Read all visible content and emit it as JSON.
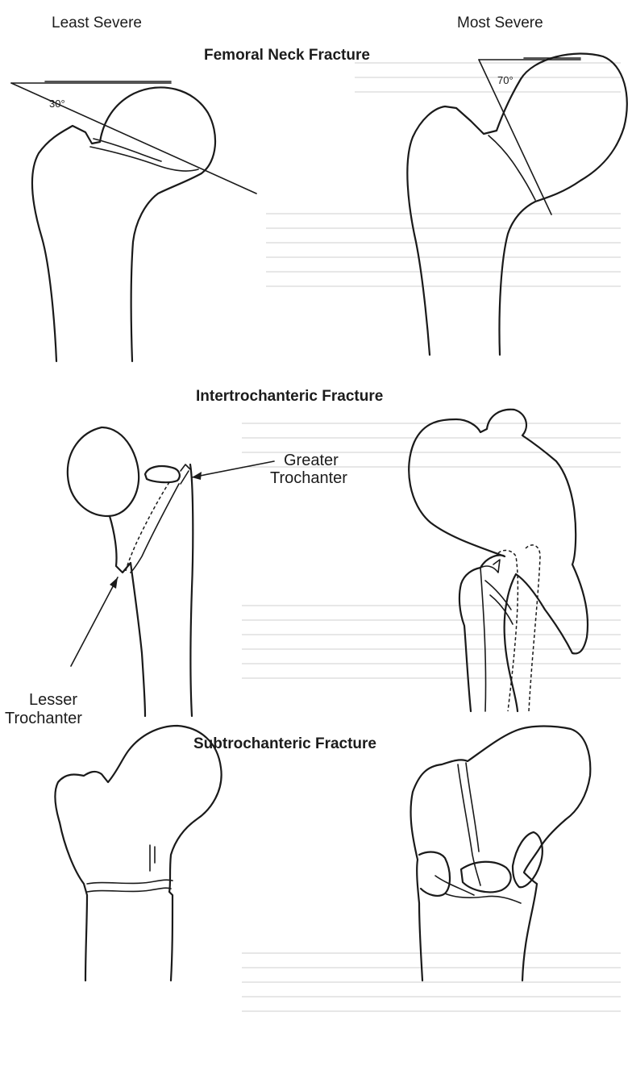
{
  "header": {
    "left_label": "Least Severe",
    "right_label": "Most Severe"
  },
  "sections": {
    "femoral_neck": {
      "title": "Femoral Neck Fracture",
      "angle_left": "30°",
      "angle_right": "70°"
    },
    "intertrochanteric": {
      "title": "Intertrochanteric Fracture",
      "greater_l1": "Greater",
      "greater_l2": "Trochanter",
      "lesser_l1": "Lesser",
      "lesser_l2": "Trochanter"
    },
    "subtrochanteric": {
      "title": "Subtrochanteric Fracture"
    }
  }
}
